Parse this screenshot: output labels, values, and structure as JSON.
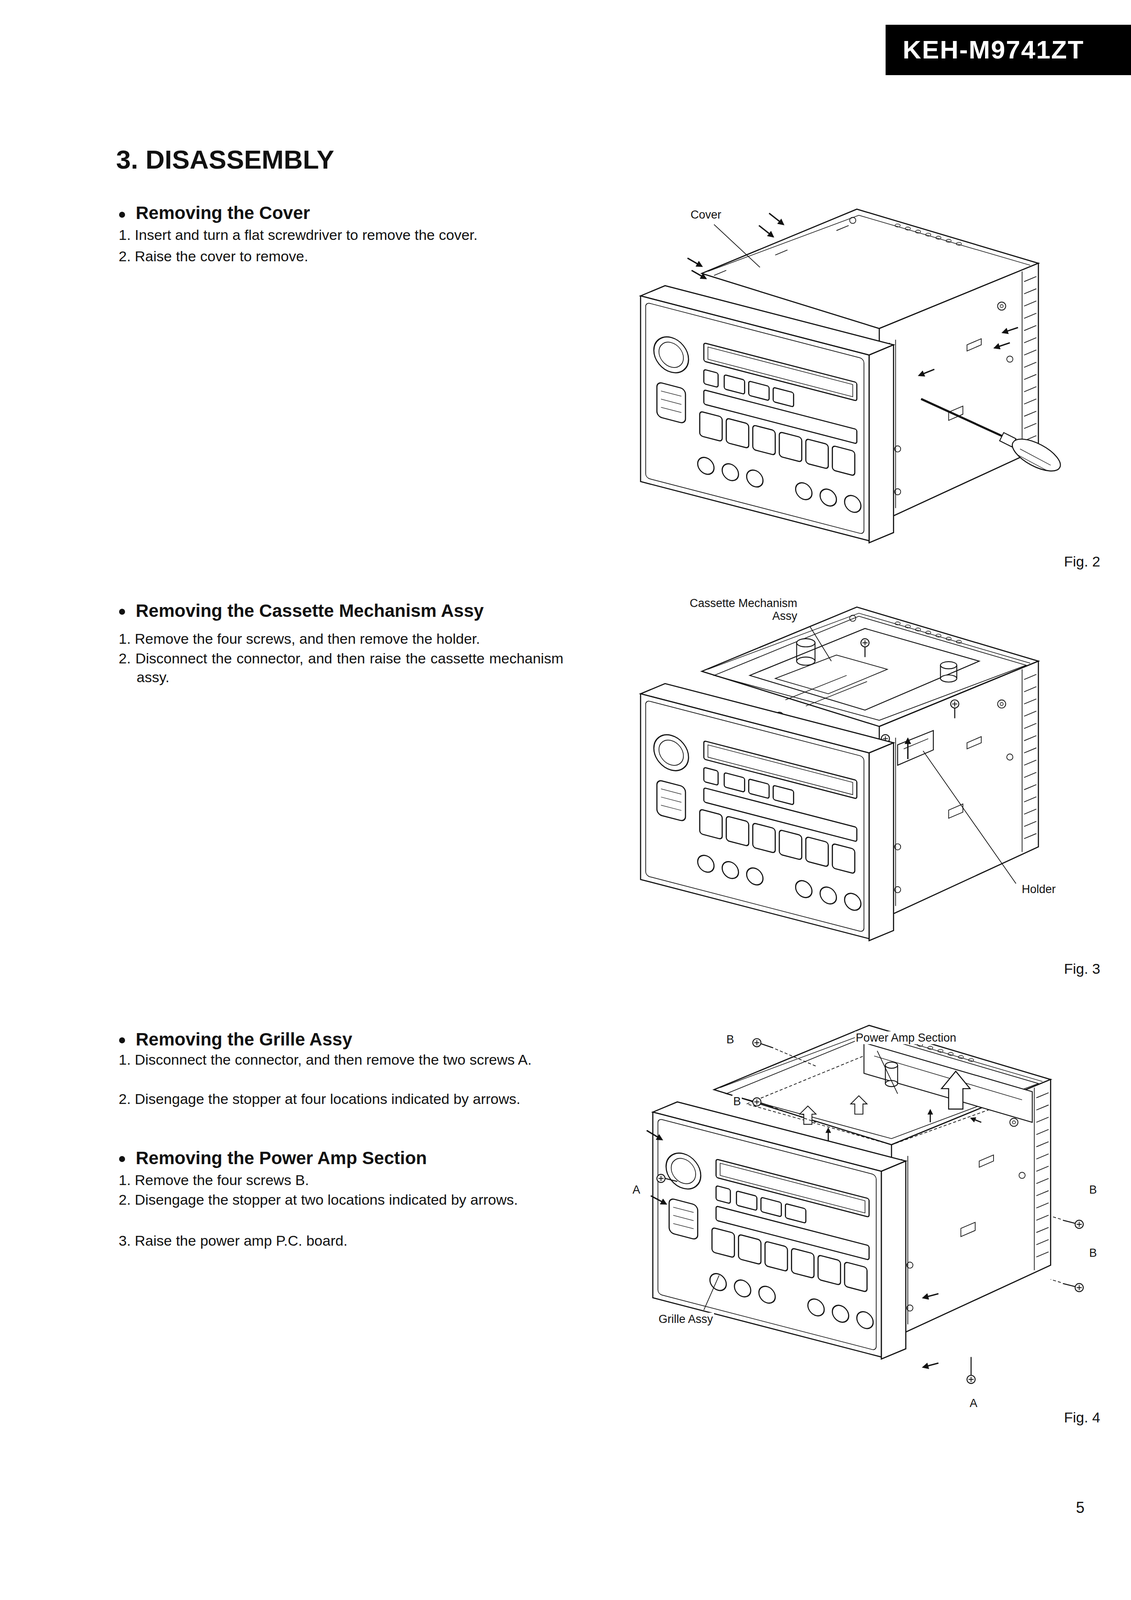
{
  "diagram": {
    "title": "3. DISASSEMBLY",
    "nodes": [
      {
        "text": [
          "KEH-M9741ZT"
        ]
      }
    ],
    "edges": [],
    "labels": [
      "Removing the Cover",
      "1. Insert and turn a flat screwdriver to remove the cover.",
      "2. Raise the cover to remove.",
      "Cover",
      "Fig. 2",
      "Removing the Cassette Mechanism Assy",
      "1. Remove the four screws, and then remove the holder.",
      "2. Disconnect the connector, and then raise the cassette mechanism assy.",
      "Cassette Mechanism Assy",
      "Holder",
      "Fig. 3",
      "Removing the Grille Assy",
      "1. Disconnect the connector, and then remove the two screws A.",
      "2. Disengage the stopper at four locations indicated by arrows.",
      "Removing the Power Amp Section",
      "1. Remove the four screws B.",
      "2. Disengage the stopper at two locations indicated by arrows.",
      "3. Raise the power amp P.C. board.",
      "B",
      "Power Amp Section",
      "B",
      "A",
      "B",
      "B",
      "Grille Assy",
      "A",
      "Fig. 4",
      "5"
    ]
  }
}
